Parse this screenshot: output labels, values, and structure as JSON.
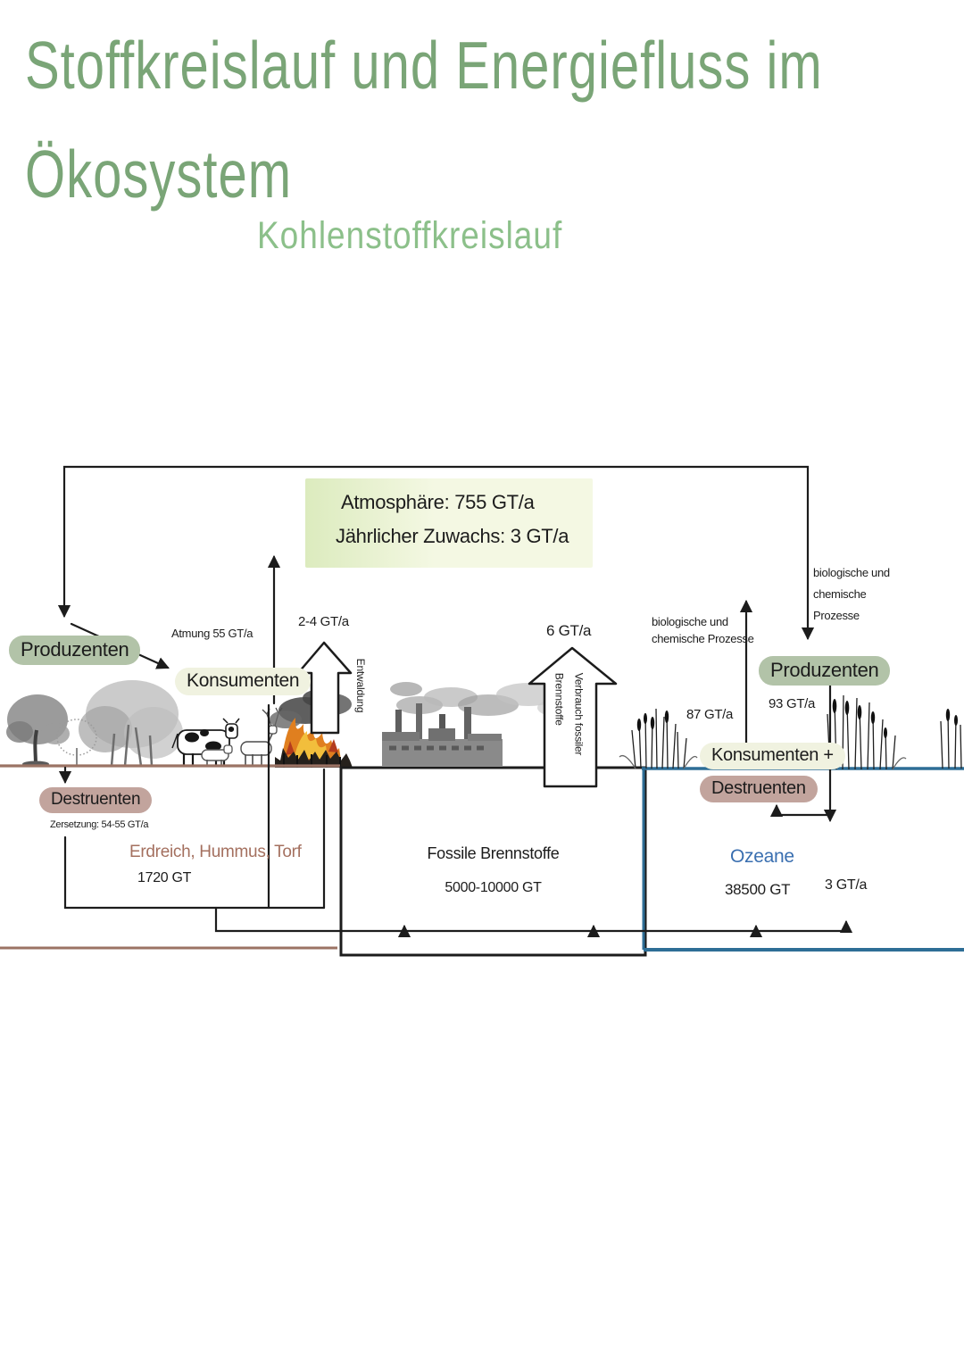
{
  "header": {
    "title_line1": "Stoffkreislauf und Energiefluss im",
    "title_line2": "Ökosystem",
    "subtitle": "Kohlenstoffkreislauf"
  },
  "atmosphere_box": {
    "line1": "Atmosphäre: 755 GT/a",
    "line2": "Jährlicher Zuwachs: 3 GT/a"
  },
  "land": {
    "producers_label": "Produzenten",
    "consumers_label": "Konsumenten",
    "decomposers_label": "Destruenten",
    "respiration_label": "Atmung 55 GT/a",
    "deforestation_rate": "2-4 GT/a",
    "deforestation_label": "Entwaldung",
    "decomposition_label": "Zersetzung: 54-55 GT/a",
    "soil": {
      "title": "Erdreich, Hummus, Torf",
      "amount": "1720 GT"
    }
  },
  "industry": {
    "rate": "6 GT/a",
    "use_label_line1": "Verbrauch fossiler",
    "use_label_line2": "Brennstoffe",
    "fossil": {
      "title": "Fossile Brennstoffe",
      "amount": "5000-10000 GT"
    }
  },
  "ocean": {
    "producers_label": "Produzenten",
    "consumers_label": "Konsumenten +",
    "decomposers_label": "Destruenten",
    "processes_up_line1": "biologische und",
    "processes_up_line2": "chemische Prozesse",
    "processes_down_line1": "biologische und",
    "processes_down_line2": "chemische",
    "processes_down_line3": "Prozesse",
    "release_rate": "87 GT/a",
    "uptake_rate": "93 GT/a",
    "title": "Ozeane",
    "amount": "38500 GT",
    "sediment_rate": "3 GT/a"
  },
  "colors": {
    "ink": "#1c1c1c",
    "titleGreen": "#7aa577",
    "subtitleGreen": "#8cc08a",
    "atmosphereBgLeft": "#dcebbe",
    "atmosphereBgRight": "#f4f8e3",
    "producerPill": "#b2c3a8",
    "consumerPill": "#f0f2e0",
    "decomposerPill": "#c2a49d",
    "soilText": "#a4705f",
    "oceanText": "#3a6fb0",
    "oceanLine": "#2e6e96",
    "groundLine": "#9b7364"
  }
}
